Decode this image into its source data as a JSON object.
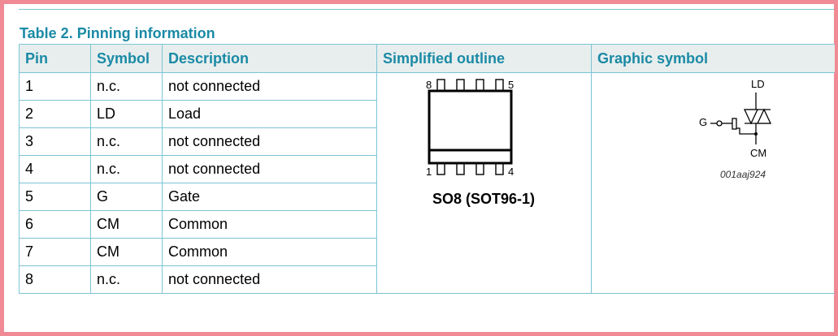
{
  "table": {
    "caption": "Table 2. Pinning information",
    "headers": {
      "pin": "Pin",
      "symbol": "Symbol",
      "description": "Description",
      "outline": "Simplified outline",
      "graphic": "Graphic symbol"
    },
    "rows": [
      {
        "pin": "1",
        "symbol": "n.c.",
        "description": "not connected"
      },
      {
        "pin": "2",
        "symbol": "LD",
        "description": "Load"
      },
      {
        "pin": "3",
        "symbol": "n.c.",
        "description": "not connected"
      },
      {
        "pin": "4",
        "symbol": "n.c.",
        "description": "not connected"
      },
      {
        "pin": "5",
        "symbol": "G",
        "description": "Gate"
      },
      {
        "pin": "6",
        "symbol": "CM",
        "description": "Common"
      },
      {
        "pin": "7",
        "symbol": "CM",
        "description": "Common"
      },
      {
        "pin": "8",
        "symbol": "n.c.",
        "description": "not connected"
      }
    ]
  },
  "outline": {
    "package": "SO8 (SOT96-1)",
    "pin_labels": {
      "top_left": "8",
      "top_right": "5",
      "bottom_left": "1",
      "bottom_right": "4"
    }
  },
  "graphic": {
    "label_ld": "LD",
    "label_g": "G",
    "label_cm": "CM",
    "figure_code": "001aaj924"
  }
}
